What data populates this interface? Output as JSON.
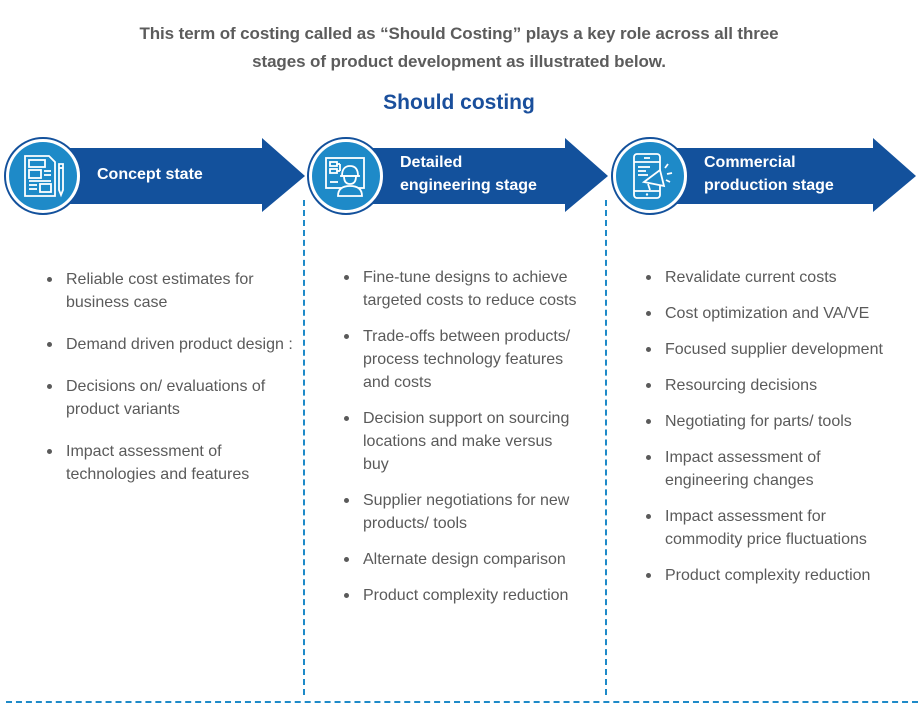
{
  "intro": {
    "line1": "This term of costing called as “Should Costing” plays a key role across all three",
    "line2": "stages of product development as illustrated below."
  },
  "section_title": "Should costing",
  "colors": {
    "arrow_fill": "#13519c",
    "icon_circle": "#1e8ac8",
    "divider": "#1e8ac8",
    "title": "#1a4f9c",
    "body_text": "#5a5a5a"
  },
  "stages": [
    {
      "icon": "document-pencil-icon",
      "label_line1": "Concept state",
      "label_line2": "",
      "bullets": [
        "Reliable  cost estimates for business case",
        "Demand driven product design :",
        "Decisions on/ evaluations of product variants",
        "Impact assessment of technologies and features"
      ]
    },
    {
      "icon": "engineer-blueprint-icon",
      "label_line1": "Detailed",
      "label_line2": "engineering stage",
      "bullets": [
        "Fine-tune designs to achieve targeted costs to reduce costs",
        "Trade-offs between products/ process technology features and costs",
        "Decision support on sourcing locations and make versus buy",
        "Supplier negotiations for new products/ tools",
        "Alternate design comparison",
        "Product complexity reduction"
      ]
    },
    {
      "icon": "mobile-megaphone-icon",
      "label_line1": "Commercial",
      "label_line2": "production stage",
      "bullets": [
        "Revalidate current costs",
        "Cost optimization and VA/VE",
        "Focused supplier development",
        "Resourcing decisions",
        "Negotiating for parts/ tools",
        "Impact assessment of engineering changes",
        "Impact assessment for commodity price fluctuations",
        "Product complexity reduction"
      ]
    }
  ]
}
